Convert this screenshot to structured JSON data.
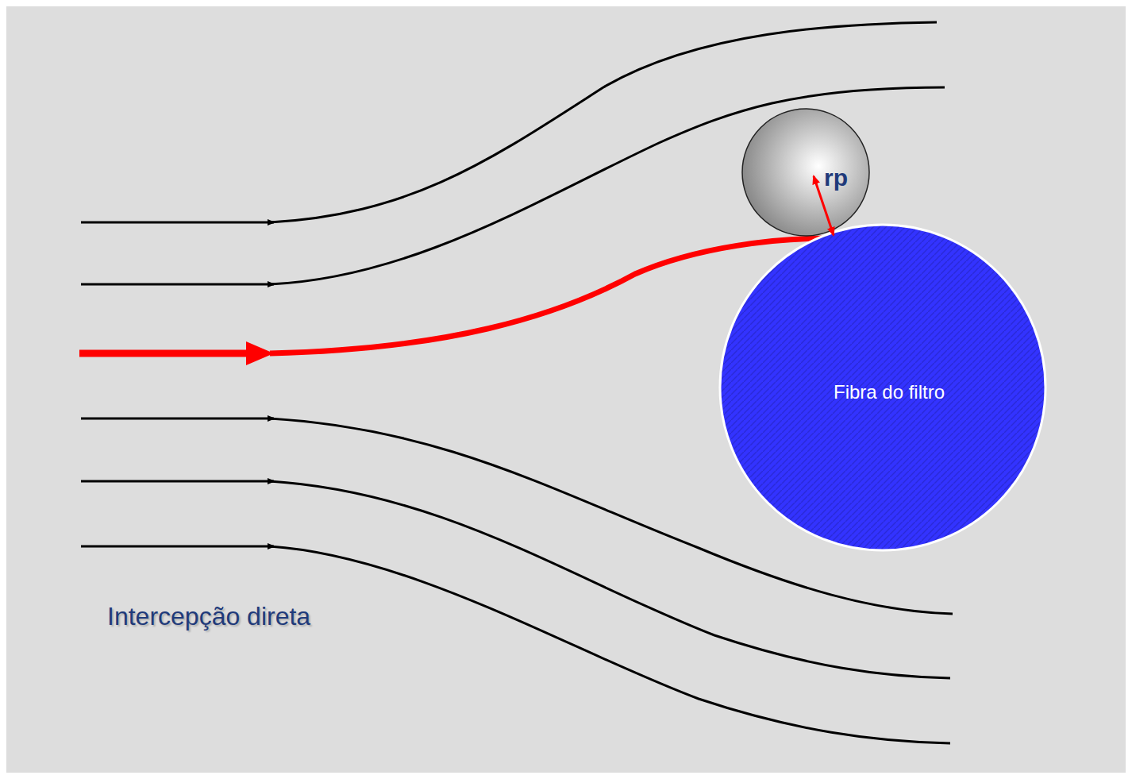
{
  "diagram": {
    "nodes": [
      {
        "text": [
          "Fibra do filtro"
        ]
      },
      {
        "text": [
          "rp"
        ]
      }
    ],
    "labels": [
      "Intercepção direta"
    ]
  }
}
